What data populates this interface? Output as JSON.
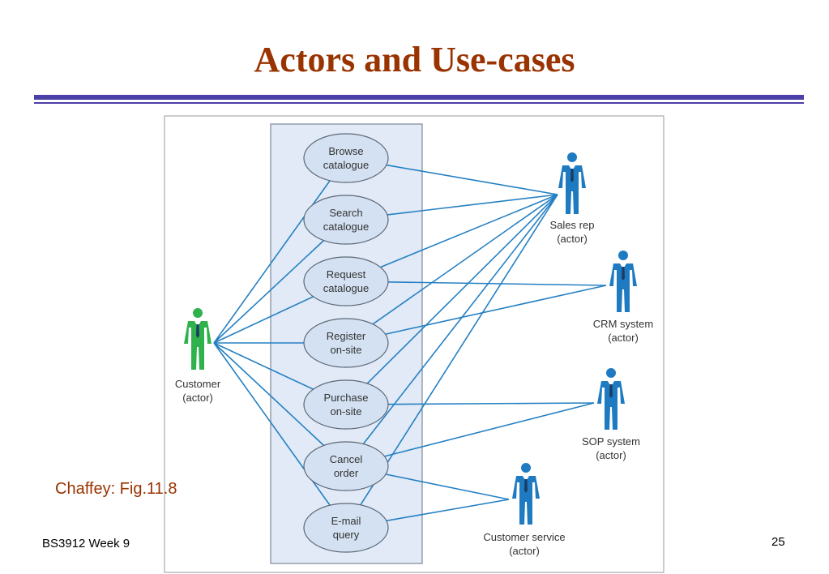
{
  "slide": {
    "title": "Actors and Use-cases",
    "caption": "Chaffey: Fig.11.8",
    "footer_left": "BS3912 Week 9",
    "page_number": "25"
  },
  "colors": {
    "title": "#993300",
    "rule": "#4b3fa8",
    "system_box": "#e1eaf6",
    "use_case_fill": "#d3e1f2",
    "line": "#2580c3",
    "customer_actor": "#2fb24c",
    "other_actor": "#1f7bc1"
  },
  "use_cases": [
    {
      "id": "browse",
      "line1": "Browse",
      "line2": "catalogue"
    },
    {
      "id": "search",
      "line1": "Search",
      "line2": "catalogue"
    },
    {
      "id": "request",
      "line1": "Request",
      "line2": "catalogue"
    },
    {
      "id": "register",
      "line1": "Register",
      "line2": "on-site"
    },
    {
      "id": "purchase",
      "line1": "Purchase",
      "line2": "on-site"
    },
    {
      "id": "cancel",
      "line1": "Cancel",
      "line2": "order"
    },
    {
      "id": "email",
      "line1": "E-mail",
      "line2": "query"
    }
  ],
  "actors": [
    {
      "id": "customer",
      "line1": "Customer",
      "line2": "(actor)",
      "icon": "person-icon",
      "color": "#2fb24c"
    },
    {
      "id": "sales",
      "line1": "Sales rep",
      "line2": "(actor)",
      "icon": "person-icon",
      "color": "#1f7bc1"
    },
    {
      "id": "crm",
      "line1": "CRM system",
      "line2": "(actor)",
      "icon": "person-icon",
      "color": "#1f7bc1"
    },
    {
      "id": "sop",
      "line1": "SOP system",
      "line2": "(actor)",
      "icon": "person-icon",
      "color": "#1f7bc1"
    },
    {
      "id": "service",
      "line1": "Customer service",
      "line2": "(actor)",
      "icon": "person-icon",
      "color": "#1f7bc1"
    }
  ],
  "associations": [
    [
      "customer",
      "browse"
    ],
    [
      "customer",
      "search"
    ],
    [
      "customer",
      "request"
    ],
    [
      "customer",
      "register"
    ],
    [
      "customer",
      "purchase"
    ],
    [
      "customer",
      "cancel"
    ],
    [
      "customer",
      "email"
    ],
    [
      "sales",
      "browse"
    ],
    [
      "sales",
      "search"
    ],
    [
      "sales",
      "request"
    ],
    [
      "sales",
      "register"
    ],
    [
      "sales",
      "purchase"
    ],
    [
      "sales",
      "cancel"
    ],
    [
      "sales",
      "email"
    ],
    [
      "crm",
      "request"
    ],
    [
      "crm",
      "register"
    ],
    [
      "sop",
      "purchase"
    ],
    [
      "sop",
      "cancel"
    ],
    [
      "service",
      "cancel"
    ],
    [
      "service",
      "email"
    ]
  ]
}
